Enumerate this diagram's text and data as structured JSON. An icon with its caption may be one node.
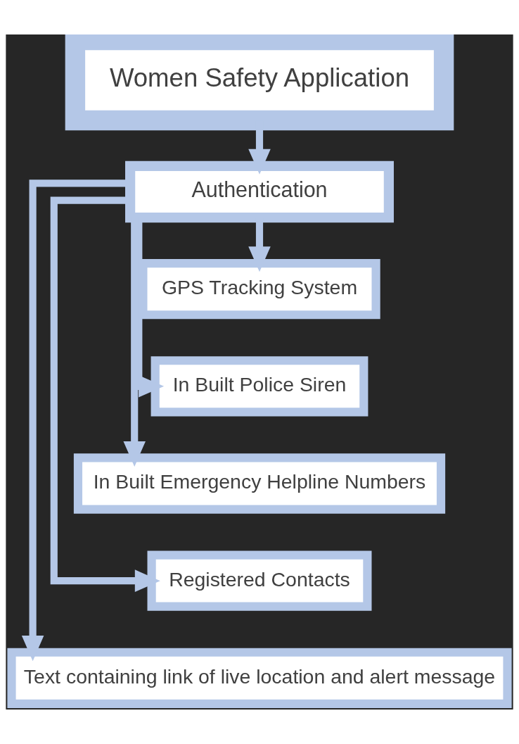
{
  "diagram": {
    "nodes": [
      {
        "text": [
          "Women Safety Application"
        ]
      },
      {
        "text": [
          "Authentication"
        ]
      },
      {
        "text": [
          "GPS Tracking System"
        ]
      },
      {
        "text": [
          "In Built Police Siren"
        ]
      },
      {
        "text": [
          "In Built Emergency Helpline Numbers"
        ]
      },
      {
        "text": [
          "Registered Contacts"
        ]
      },
      {
        "text": [
          "Text containing link of live location and alert message"
        ]
      }
    ],
    "edges": [
      {
        "from": 0,
        "to": 1,
        "arrow": "to"
      },
      {
        "from": 1,
        "to": 2,
        "arrow": "to"
      },
      {
        "from": 1,
        "to": 3,
        "arrow": "to"
      },
      {
        "from": 1,
        "to": 4,
        "arrow": "to"
      },
      {
        "from": 1,
        "to": 5,
        "arrow": "to"
      },
      {
        "from": 1,
        "to": 6,
        "arrow": "to"
      }
    ]
  }
}
